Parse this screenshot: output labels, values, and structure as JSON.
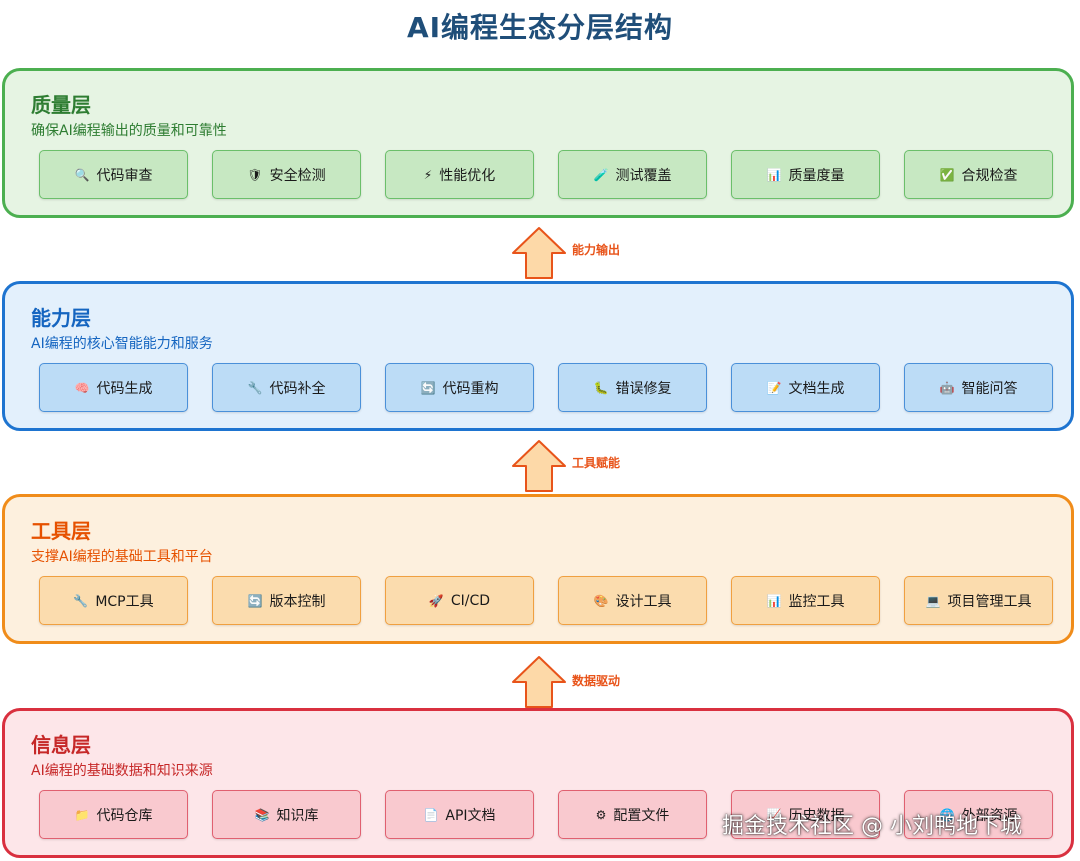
{
  "title": "AI编程生态分层结构",
  "layers": [
    {
      "name": "质量层",
      "desc": "确保AI编程输出的质量和可靠性",
      "items": [
        {
          "icon": "🔍",
          "label": "代码审查"
        },
        {
          "icon": "🛡",
          "label": "安全检测"
        },
        {
          "icon": "⚡",
          "label": "性能优化"
        },
        {
          "icon": "🧪",
          "label": "测试覆盖"
        },
        {
          "icon": "📊",
          "label": "质量度量"
        },
        {
          "icon": "✅",
          "label": "合规检查"
        }
      ]
    },
    {
      "name": "能力层",
      "desc": "AI编程的核心智能能力和服务",
      "items": [
        {
          "icon": "🧠",
          "label": "代码生成"
        },
        {
          "icon": "🔧",
          "label": "代码补全"
        },
        {
          "icon": "🔄",
          "label": "代码重构"
        },
        {
          "icon": "🐛",
          "label": "错误修复"
        },
        {
          "icon": "📝",
          "label": "文档生成"
        },
        {
          "icon": "🤖",
          "label": "智能问答"
        }
      ]
    },
    {
      "name": "工具层",
      "desc": "支撑AI编程的基础工具和平台",
      "items": [
        {
          "icon": "🔧",
          "label": "MCP工具"
        },
        {
          "icon": "🔄",
          "label": "版本控制"
        },
        {
          "icon": "🚀",
          "label": "CI/CD"
        },
        {
          "icon": "🎨",
          "label": "设计工具"
        },
        {
          "icon": "📊",
          "label": "监控工具"
        },
        {
          "icon": "💻",
          "label": "项目管理工具"
        }
      ]
    },
    {
      "name": "信息层",
      "desc": "AI编程的基础数据和知识来源",
      "items": [
        {
          "icon": "📁",
          "label": "代码仓库"
        },
        {
          "icon": "📚",
          "label": "知识库"
        },
        {
          "icon": "📄",
          "label": "API文档"
        },
        {
          "icon": "⚙",
          "label": "配置文件"
        },
        {
          "icon": "📈",
          "label": "历史数据"
        },
        {
          "icon": "🌐",
          "label": "外部资源"
        }
      ]
    }
  ],
  "arrows": [
    "能力输出",
    "工具赋能",
    "数据驱动"
  ],
  "watermark": "掘金技术社区 @ 小刘鸭地下城",
  "colors": {
    "title": "#1f4e79",
    "quality": "#4caf50",
    "capability": "#1e74d0",
    "tools": "#f08c1a",
    "information": "#d9303f",
    "arrow_fill": "#fdd9a8",
    "arrow_stroke": "#e8541a"
  }
}
